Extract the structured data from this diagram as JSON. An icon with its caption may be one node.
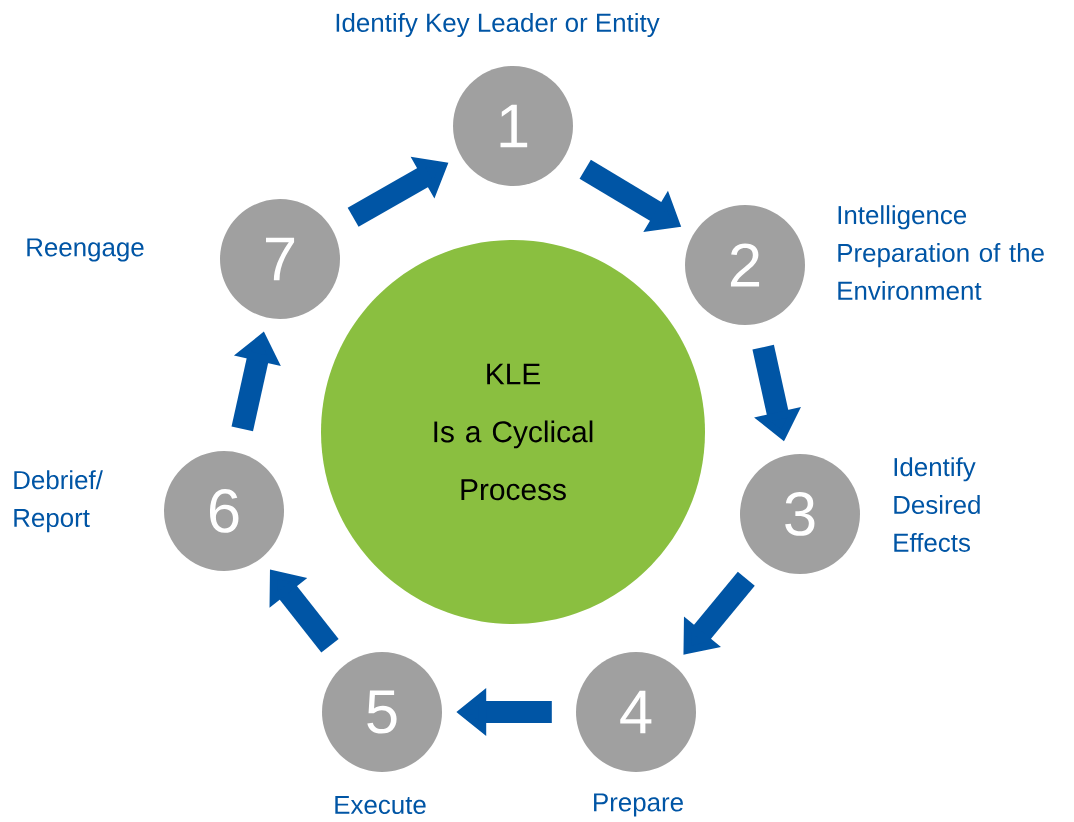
{
  "diagram": {
    "nodes": [
      {
        "text": [
          "1"
        ],
        "beside": [
          "Identify Key Leader or Entity"
        ]
      },
      {
        "text": [
          "2"
        ],
        "beside": [
          "Intelligence Preparation of the Environment"
        ]
      },
      {
        "text": [
          "3"
        ],
        "beside": [
          "Identify Desired Effects"
        ]
      },
      {
        "text": [
          "4"
        ],
        "beside": [
          "Prepare"
        ]
      },
      {
        "text": [
          "5"
        ],
        "beside": [
          "Execute"
        ]
      },
      {
        "text": [
          "6"
        ],
        "beside": [
          "Debrief/ Report"
        ]
      },
      {
        "text": [
          "7"
        ],
        "beside": [
          "Reengage"
        ]
      },
      {
        "text": [
          "KLE",
          "Is a Cyclical Process"
        ]
      }
    ],
    "edges": [
      {
        "from": 0,
        "to": 1,
        "arrow": "to"
      },
      {
        "from": 1,
        "to": 2,
        "arrow": "to"
      },
      {
        "from": 2,
        "to": 3,
        "arrow": "to"
      },
      {
        "from": 3,
        "to": 4,
        "arrow": "to"
      },
      {
        "from": 4,
        "to": 5,
        "arrow": "to"
      },
      {
        "from": 5,
        "to": 6,
        "arrow": "to"
      },
      {
        "from": 6,
        "to": 0,
        "arrow": "to"
      }
    ]
  }
}
